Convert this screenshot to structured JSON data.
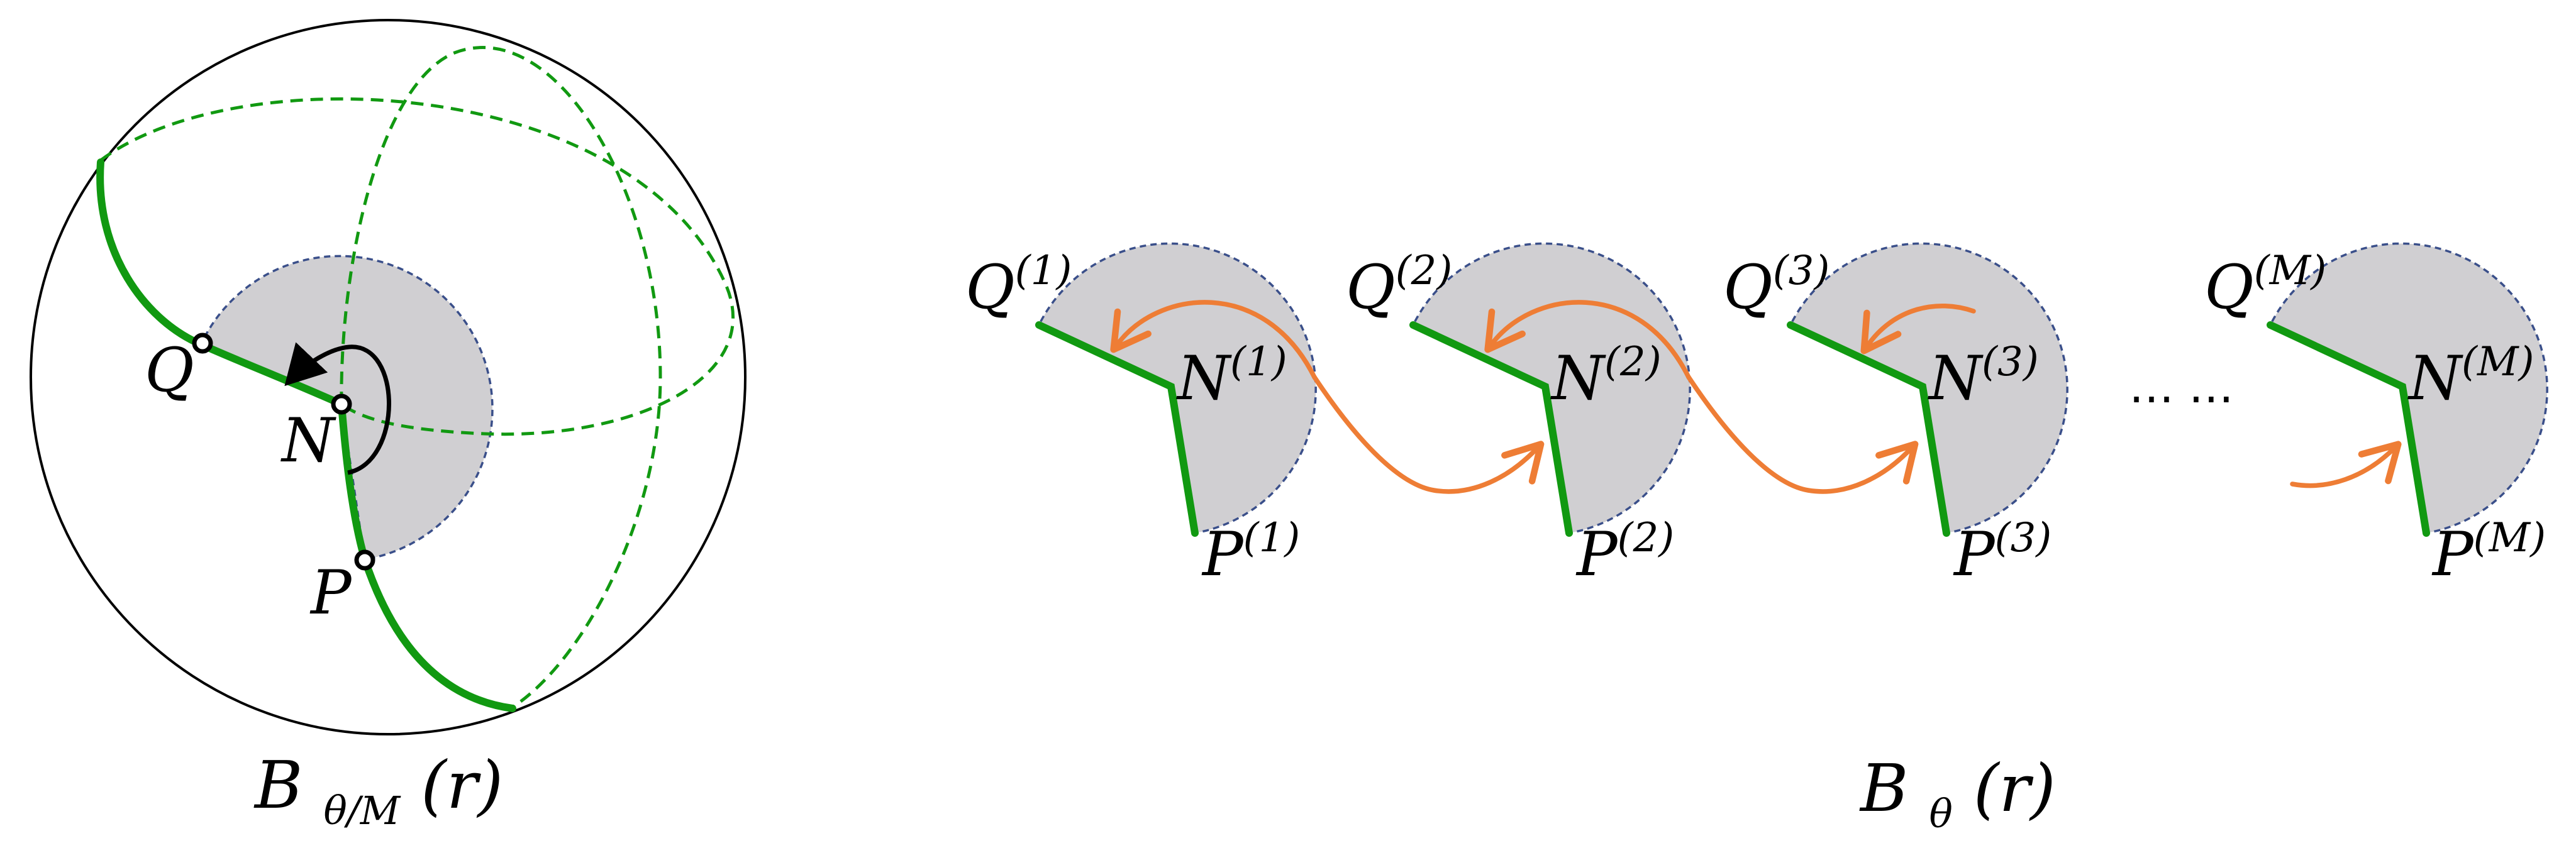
{
  "labels": {
    "Q": "Q",
    "N": "N",
    "P": "P",
    "left_caption_base": "B",
    "left_caption_sub": "θ/M",
    "left_caption_arg": "(r)",
    "right_caption_base": "B",
    "right_caption_sub": "θ",
    "right_caption_arg": "(r)",
    "ellipsis": "… …"
  },
  "copies": [
    {
      "index": "(1)"
    },
    {
      "index": "(2)"
    },
    {
      "index": "(3)"
    },
    {
      "index": "(M)"
    }
  ],
  "colors": {
    "geodesic": "#119911",
    "sector_fill": "#d0cfd2",
    "sector_border": "#3a4f8a",
    "arrow": "#ee7d35",
    "ball_outline": "#000000"
  }
}
